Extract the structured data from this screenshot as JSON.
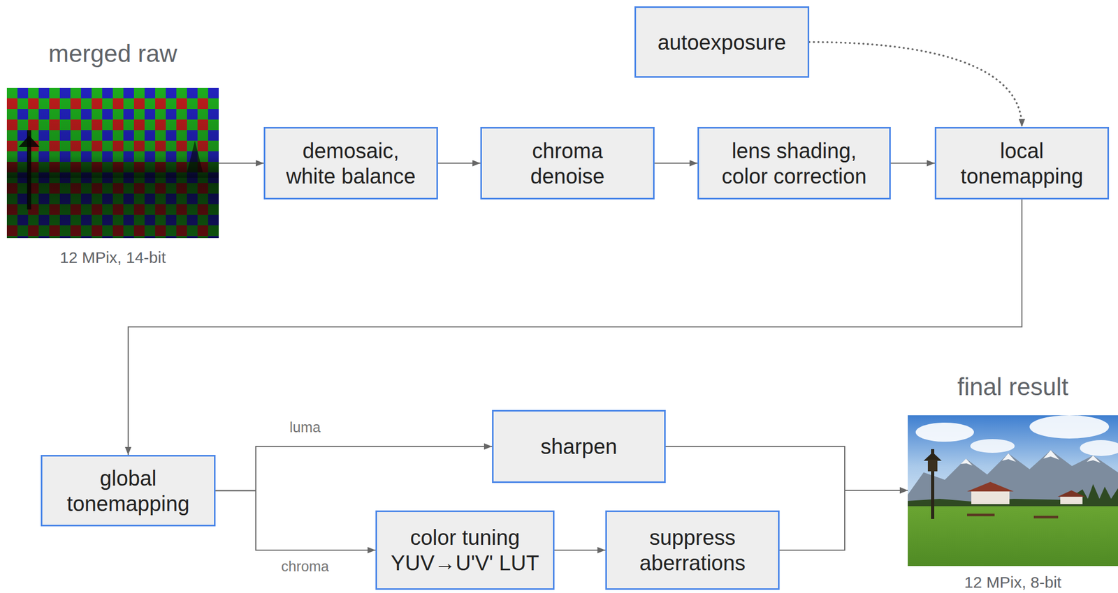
{
  "diagram": {
    "nodes": [
      {
        "text": [
          "merged raw",
          "12 MPix, 14-bit"
        ]
      },
      {
        "text": [
          "autoexposure"
        ]
      },
      {
        "text": [
          "demosaic, white balance"
        ]
      },
      {
        "text": [
          "chroma denoise"
        ]
      },
      {
        "text": [
          "lens shading, color correction"
        ]
      },
      {
        "text": [
          "local tonemapping"
        ]
      },
      {
        "text": [
          "global tonemapping"
        ]
      },
      {
        "text": [
          "sharpen"
        ]
      },
      {
        "text": [
          "color tuning YUV→U'V' LUT"
        ]
      },
      {
        "text": [
          "suppress aberrations"
        ]
      },
      {
        "text": [
          "final result",
          "12 MPix, 8-bit"
        ]
      }
    ],
    "edges": [
      {
        "from": 0,
        "to": 2,
        "arrow": "to"
      },
      {
        "from": 2,
        "to": 3,
        "arrow": "to"
      },
      {
        "from": 3,
        "to": 4,
        "arrow": "to"
      },
      {
        "from": 4,
        "to": 5,
        "arrow": "to"
      },
      {
        "from": 1,
        "to": 5,
        "arrow": "to"
      },
      {
        "from": 5,
        "to": 6,
        "arrow": "to"
      },
      {
        "from": 6,
        "to": 7,
        "label": "luma",
        "arrow": "to"
      },
      {
        "from": 6,
        "to": 8,
        "label": "chroma",
        "arrow": "to"
      },
      {
        "from": 8,
        "to": 9,
        "arrow": "to"
      },
      {
        "from": 7,
        "to": 10,
        "arrow": "to"
      },
      {
        "from": 9,
        "to": 10,
        "arrow": "to"
      }
    ]
  }
}
